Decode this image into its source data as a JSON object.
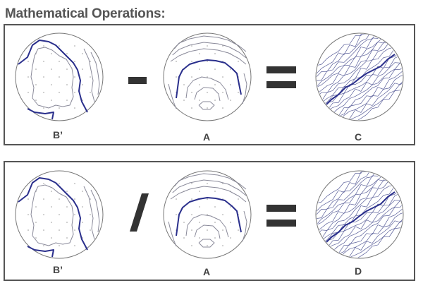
{
  "title": "Mathematical Operations:",
  "rows": [
    {
      "operand1": "B’",
      "operator_name": "minus",
      "operand2": "A",
      "equals": "equals",
      "result": "C"
    },
    {
      "operand1": "B’",
      "operator_name": "divide",
      "operand2": "A",
      "equals": "equals",
      "result": "D"
    }
  ],
  "colors": {
    "contour": "#8a8a9a",
    "highlight": "#2a2f8c",
    "operator": "#333333",
    "border": "#555555",
    "dense_contour": "#5a5f9a"
  }
}
